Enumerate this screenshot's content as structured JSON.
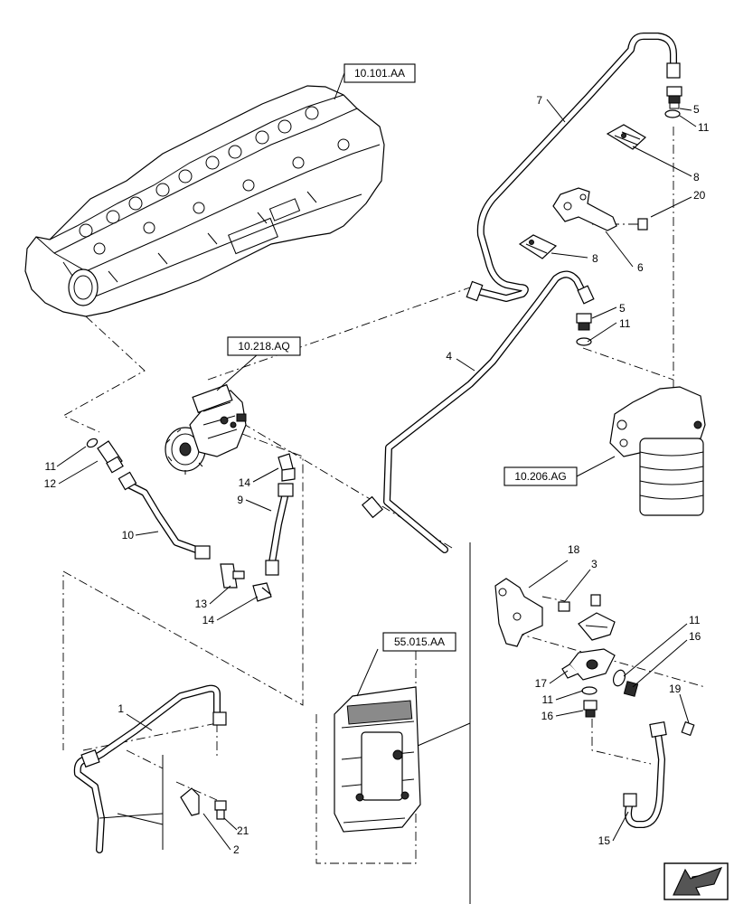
{
  "references": {
    "cylinder_head": "10.101.AA",
    "injection_pump": "10.218.AQ",
    "fuel_filter": "10.206.AG",
    "ecu": "55.015.AA"
  },
  "callouts": {
    "c1": "1",
    "c2": "2",
    "c3": "3",
    "c4": "4",
    "c5a": "5",
    "c5b": "5",
    "c6": "6",
    "c7": "7",
    "c8a": "8",
    "c8b": "8",
    "c9": "9",
    "c10": "10",
    "c11a": "11",
    "c11b": "11",
    "c11c": "11",
    "c11d": "11",
    "c11e": "11",
    "c12": "12",
    "c13": "13",
    "c14a": "14",
    "c14b": "14",
    "c15": "15",
    "c16a": "16",
    "c16b": "16",
    "c17": "17",
    "c18": "18",
    "c19": "19",
    "c20": "20",
    "c21": "21"
  },
  "icons": {
    "corner": "next-page-arrow-icon"
  }
}
